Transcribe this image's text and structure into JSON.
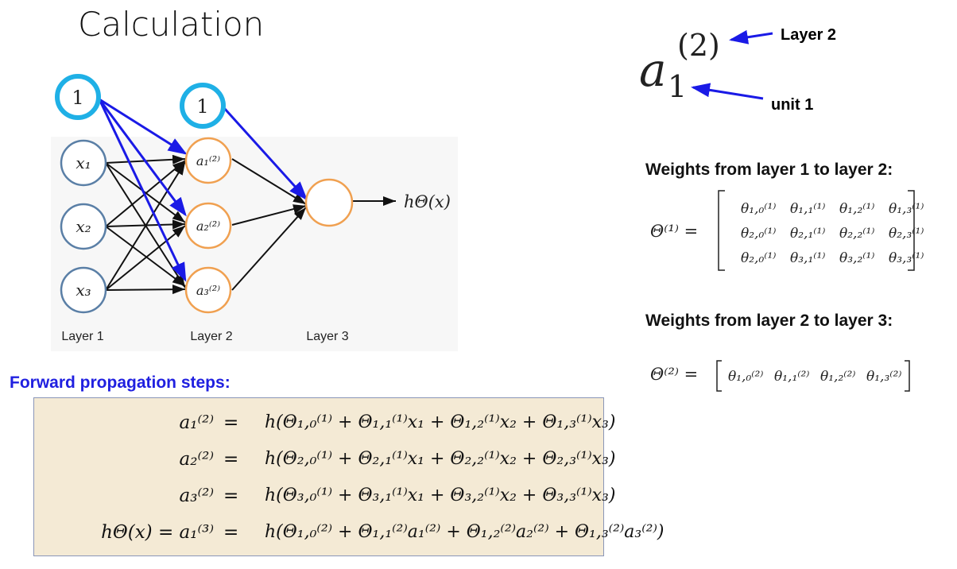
{
  "title": "Calculation",
  "diagram": {
    "bias_label": "1",
    "inputs": [
      "x₁",
      "x₂",
      "x₃"
    ],
    "hidden": [
      "a₁⁽²⁾",
      "a₂⁽²⁾",
      "a₃⁽²⁾"
    ],
    "output": "hΘ(x)",
    "layer_labels": [
      "Layer 1",
      "Layer 2",
      "Layer 3"
    ]
  },
  "notation": {
    "symbol": "a",
    "superscript": "(2)",
    "subscript": "1",
    "layer_annotation": "Layer 2",
    "unit_annotation": "unit 1"
  },
  "weights_1": {
    "heading": "Weights from layer 1 to layer 2:",
    "lhs": "Θ⁽¹⁾ =",
    "matrix": [
      [
        "θ₁,₀⁽¹⁾",
        "θ₁,₁⁽¹⁾",
        "θ₁,₂⁽¹⁾",
        "θ₁,₃⁽¹⁾"
      ],
      [
        "θ₂,₀⁽¹⁾",
        "θ₂,₁⁽¹⁾",
        "θ₂,₂⁽¹⁾",
        "θ₂,₃⁽¹⁾"
      ],
      [
        "θ₂,₀⁽¹⁾",
        "θ₃,₁⁽¹⁾",
        "θ₃,₂⁽¹⁾",
        "θ₃,₃⁽¹⁾"
      ]
    ]
  },
  "weights_2": {
    "heading": "Weights from layer 2 to layer 3:",
    "lhs": "Θ⁽²⁾ =",
    "row": [
      "θ₁,₀⁽²⁾",
      "θ₁,₁⁽²⁾",
      "θ₁,₂⁽²⁾",
      "θ₁,₃⁽²⁾"
    ]
  },
  "forward": {
    "heading": "Forward propagation steps:",
    "equations": [
      {
        "lhs": "a₁⁽²⁾",
        "eq": "=",
        "rhs": "h(Θ₁,₀⁽¹⁾ + Θ₁,₁⁽¹⁾x₁ + Θ₁,₂⁽¹⁾x₂ + Θ₁,₃⁽¹⁾x₃)"
      },
      {
        "lhs": "a₂⁽²⁾",
        "eq": "=",
        "rhs": "h(Θ₂,₀⁽¹⁾ + Θ₂,₁⁽¹⁾x₁ + Θ₂,₂⁽¹⁾x₂ + Θ₂,₃⁽¹⁾x₃)"
      },
      {
        "lhs": "a₃⁽²⁾",
        "eq": "=",
        "rhs": "h(Θ₃,₀⁽¹⁾ + Θ₃,₁⁽¹⁾x₁ + Θ₃,₂⁽¹⁾x₂ + Θ₃,₃⁽¹⁾x₃)"
      },
      {
        "lhs": "hΘ(x) = a₁⁽³⁾",
        "eq": "=",
        "rhs": "h(Θ₁,₀⁽²⁾ + Θ₁,₁⁽²⁾a₁⁽²⁾ + Θ₁,₂⁽²⁾a₂⁽²⁾ + Θ₁,₃⁽²⁾a₃⁽²⁾)"
      }
    ]
  },
  "colors": {
    "bias_ring": "#1fb0e6",
    "input_node": "#5a7fa6",
    "hidden_node": "#f0a050",
    "arrow_blue": "#1a1ae6",
    "eq_box_bg": "#f4ead5",
    "heading_blue": "#2020e0"
  }
}
